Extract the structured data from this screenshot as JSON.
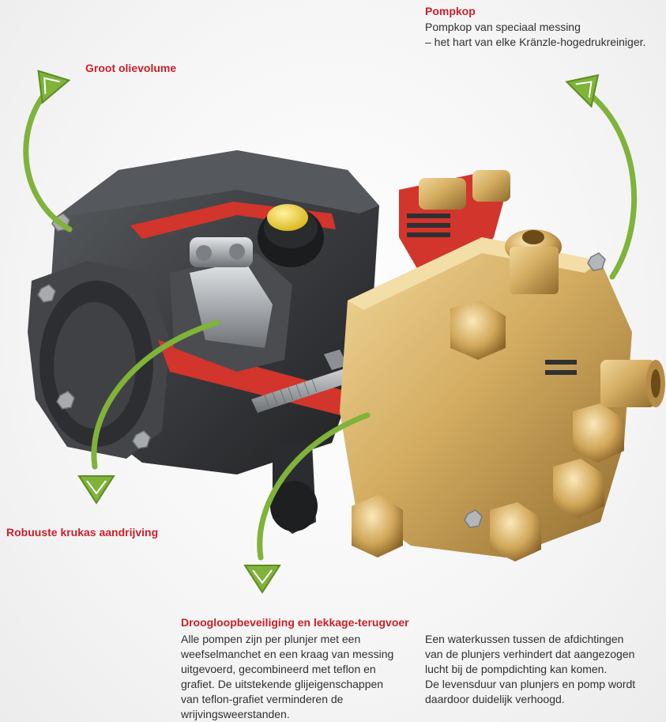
{
  "pompkop": {
    "title": "Pompkop",
    "lines": [
      "Pompkop van speciaal messing",
      "– het hart van elke Kränzle-hogedrukreiniger."
    ]
  },
  "olievolume": {
    "title": "Groot olievolume"
  },
  "krukas": {
    "title": "Robuuste krukas aandrijving"
  },
  "droogloop": {
    "title": "Droogloopbeveiliging en lekkage-terugvoer",
    "lines": [
      "Alle pompen zijn per plunjer met een",
      "weefselmanchet en een kraag van messing",
      "uitgevoerd, gecombineerd met teflon en",
      "grafiet.  De uitstekende glijeigenschappen",
      "van teflon-grafiet verminderen de",
      "wrijvingsweerstanden."
    ]
  },
  "waterkussen": {
    "lines": [
      "Een waterkussen tussen de afdichtingen",
      "van de plunjers verhindert dat aangezogen",
      "lucht bij de pompdichting kan komen.",
      "De levensduur van plunjers en pomp wordt",
      "daardoor duidelijk verhoogd."
    ]
  },
  "colors": {
    "title_red": "#c8202a",
    "arrow_green": "#7fb33a",
    "brass": "#c9a35a",
    "housing": "#3b3d40",
    "cutaway_red": "#d2352b"
  }
}
